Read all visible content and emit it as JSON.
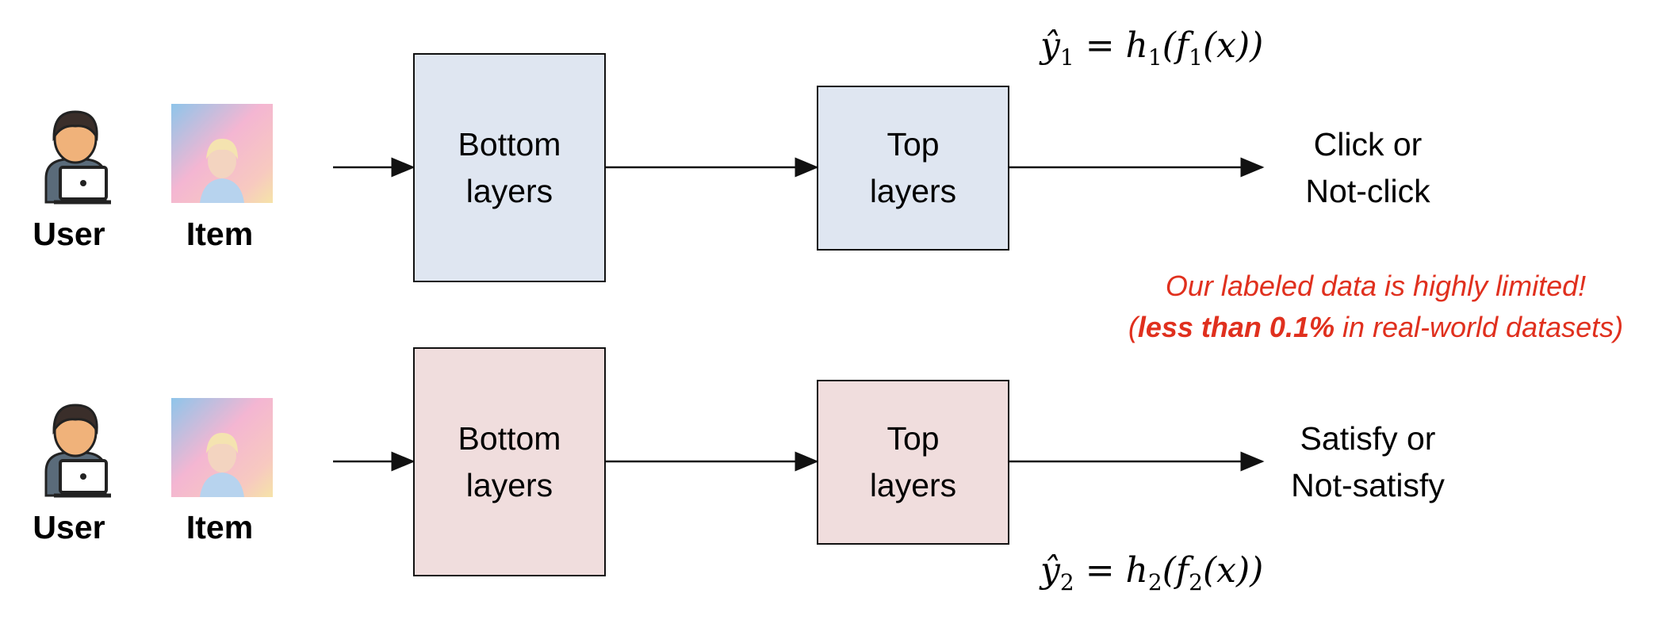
{
  "colors": {
    "row1_fill": "#dfe6f1",
    "row2_fill": "#f0dddd",
    "note": "#e0301e"
  },
  "rows": [
    {
      "user_label": "User",
      "item_label": "Item",
      "bottom": [
        "Bottom",
        "layers"
      ],
      "top": [
        "Top",
        "layers"
      ],
      "output": [
        "Click or",
        "Not-click"
      ],
      "formula": {
        "hat": "ŷ",
        "sub": "1",
        "eq": "= h",
        "sub2": "1",
        "mid": "(f",
        "sub3": "1",
        "tail": "(x))"
      }
    },
    {
      "user_label": "User",
      "item_label": "Item",
      "bottom": [
        "Bottom",
        "layers"
      ],
      "top": [
        "Top",
        "layers"
      ],
      "output": [
        "Satisfy or",
        "Not-satisfy"
      ],
      "formula": {
        "hat": "ŷ",
        "sub": "2",
        "eq": "= h",
        "sub2": "2",
        "mid": "(f",
        "sub3": "2",
        "tail": "(x))"
      }
    }
  ],
  "note": {
    "line1": "Our labeled data is highly limited!",
    "line2_open": "(",
    "line2_bold": "less than 0.1%",
    "line2_rest": " in real-world datasets)"
  },
  "icons": {
    "user": "user-at-laptop-icon",
    "item": "album-cover-image"
  }
}
